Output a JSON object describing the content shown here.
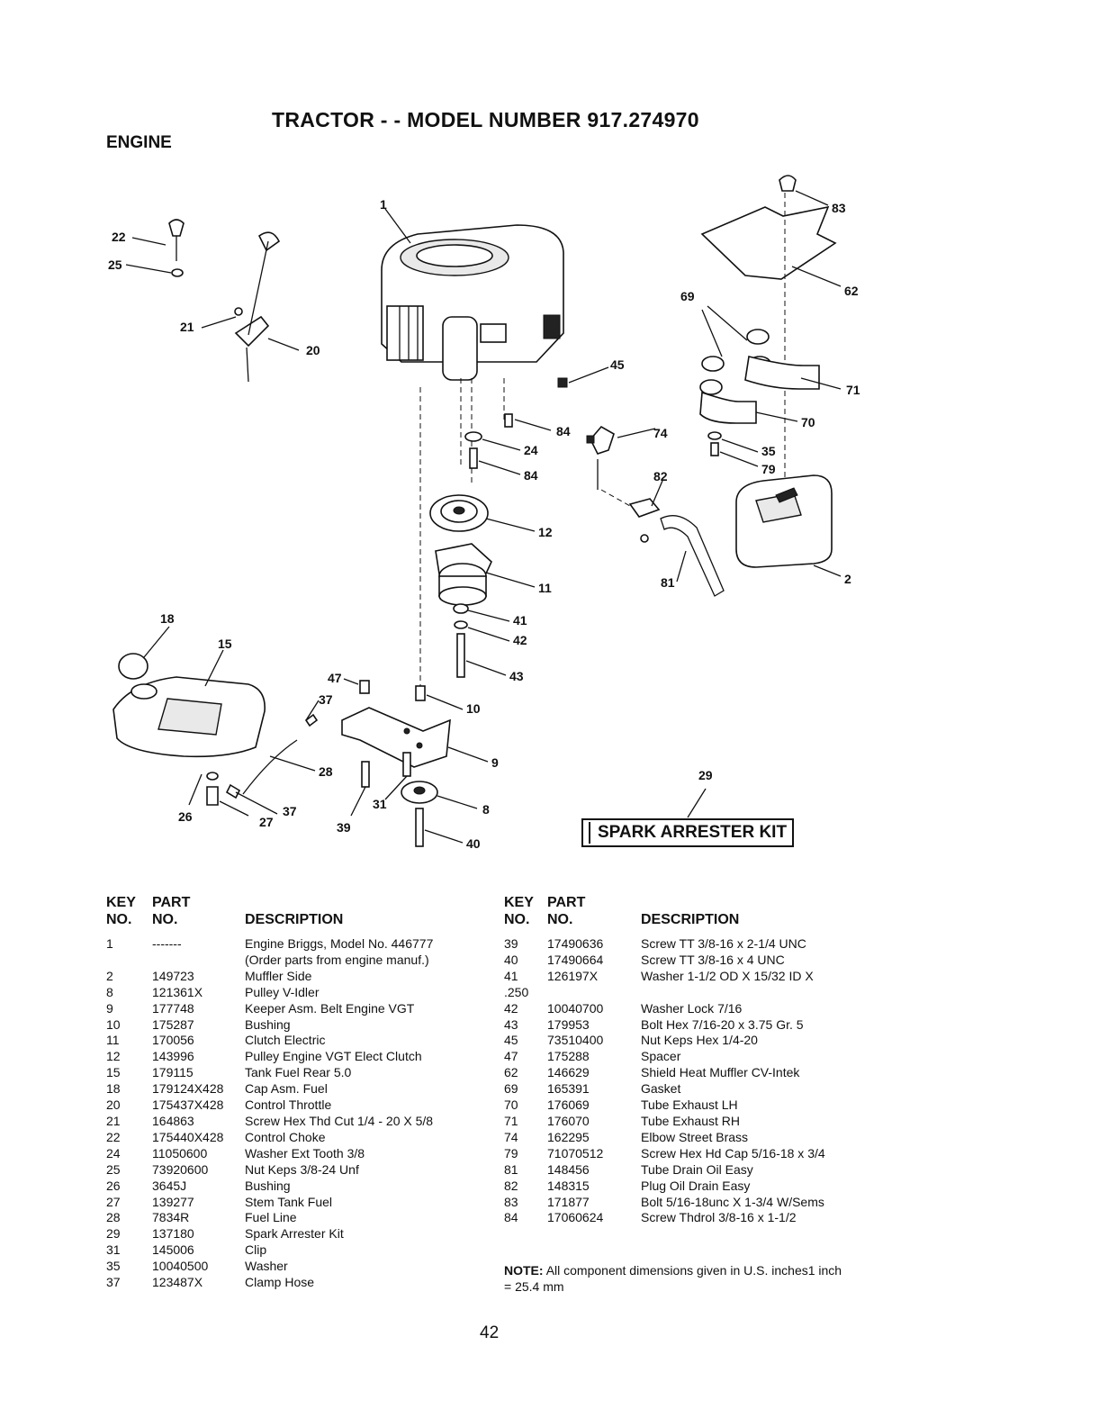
{
  "page_title": "TRACTOR - - MODEL NUMBER 917.274970",
  "section": "ENGINE",
  "spark_arrester_label": "SPARK ARRESTER KIT",
  "callouts": [
    "22",
    "25",
    "21",
    "20",
    "1",
    "45",
    "84",
    "24",
    "84",
    "12",
    "11",
    "41",
    "42",
    "43",
    "47",
    "37",
    "10",
    "9",
    "8",
    "40",
    "31",
    "39",
    "28",
    "27",
    "37",
    "26",
    "18",
    "15",
    "83",
    "62",
    "69",
    "71",
    "70",
    "35",
    "79",
    "74",
    "82",
    "81",
    "2",
    "29"
  ],
  "table_headers": {
    "key_no": "KEY NO.",
    "key": "KEY",
    "no": "NO.",
    "part": "PART",
    "part_no": "NO.",
    "description": "DESCRIPTION"
  },
  "parts_left": [
    {
      "key": "1",
      "part": "-------",
      "desc": "Engine Briggs, Model No. 446777"
    },
    {
      "key": "",
      "part": "",
      "desc": "(Order parts from engine manuf.)"
    },
    {
      "key": "2",
      "part": "149723",
      "desc": "Muffler Side"
    },
    {
      "key": "8",
      "part": "121361X",
      "desc": "Pulley V-Idler"
    },
    {
      "key": "9",
      "part": "177748",
      "desc": "Keeper Asm. Belt Engine VGT"
    },
    {
      "key": "10",
      "part": "175287",
      "desc": "Bushing"
    },
    {
      "key": "11",
      "part": "170056",
      "desc": "Clutch Electric"
    },
    {
      "key": "12",
      "part": "143996",
      "desc": "Pulley Engine VGT Elect Clutch"
    },
    {
      "key": "15",
      "part": "179115",
      "desc": "Tank Fuel Rear 5.0"
    },
    {
      "key": "18",
      "part": "179124X428",
      "desc": "Cap Asm. Fuel"
    },
    {
      "key": "20",
      "part": "175437X428",
      "desc": "Control Throttle"
    },
    {
      "key": "21",
      "part": "164863",
      "desc": "Screw Hex Thd Cut 1/4 - 20 X 5/8"
    },
    {
      "key": "22",
      "part": "175440X428",
      "desc": "Control Choke"
    },
    {
      "key": "24",
      "part": "11050600",
      "desc": "Washer Ext Tooth 3/8"
    },
    {
      "key": "25",
      "part": "73920600",
      "desc": "Nut Keps 3/8-24 Unf"
    },
    {
      "key": "26",
      "part": "3645J",
      "desc": "Bushing"
    },
    {
      "key": "27",
      "part": "139277",
      "desc": "Stem Tank Fuel"
    },
    {
      "key": "28",
      "part": "7834R",
      "desc": "Fuel Line"
    },
    {
      "key": "29",
      "part": "137180",
      "desc": "Spark Arrester Kit"
    },
    {
      "key": "31",
      "part": "145006",
      "desc": "Clip"
    },
    {
      "key": "35",
      "part": "10040500",
      "desc": "Washer"
    },
    {
      "key": "37",
      "part": "123487X",
      "desc": "Clamp Hose"
    }
  ],
  "parts_right": [
    {
      "key": "39",
      "part": "17490636",
      "desc": "Screw TT 3/8-16 x 2-1/4 UNC"
    },
    {
      "key": "40",
      "part": "17490664",
      "desc": "Screw TT 3/8-16 x 4 UNC"
    },
    {
      "key": "41",
      "part": "126197X",
      "desc": "Washer 1-1/2 OD X 15/32 ID X"
    },
    {
      "key": ".250",
      "part": "",
      "desc": ""
    },
    {
      "key": "42",
      "part": "10040700",
      "desc": "Washer Lock 7/16"
    },
    {
      "key": "43",
      "part": "179953",
      "desc": "Bolt Hex 7/16-20 x 3.75 Gr. 5"
    },
    {
      "key": "45",
      "part": "73510400",
      "desc": "Nut Keps Hex 1/4-20"
    },
    {
      "key": "47",
      "part": "175288",
      "desc": "Spacer"
    },
    {
      "key": "62",
      "part": "146629",
      "desc": "Shield Heat Muffler CV-Intek"
    },
    {
      "key": "69",
      "part": "165391",
      "desc": "Gasket"
    },
    {
      "key": "70",
      "part": "176069",
      "desc": "Tube Exhaust LH"
    },
    {
      "key": "71",
      "part": "176070",
      "desc": "Tube Exhaust RH"
    },
    {
      "key": "74",
      "part": "162295",
      "desc": "Elbow Street Brass"
    },
    {
      "key": "79",
      "part": "71070512",
      "desc": "Screw Hex Hd Cap 5/16-18 x 3/4"
    },
    {
      "key": "81",
      "part": "148456",
      "desc": "Tube Drain Oil Easy"
    },
    {
      "key": "82",
      "part": "148315",
      "desc": "Plug Oil Drain Easy"
    },
    {
      "key": "83",
      "part": "171877",
      "desc": "Bolt 5/16-18unc X 1-3/4 W/Sems"
    },
    {
      "key": "84",
      "part": "17060624",
      "desc": "Screw Thdrol 3/8-16 x 1-1/2"
    }
  ],
  "note_label": "NOTE:",
  "note_text": "All component dimensions given in U.S. inches1 inch = 25.4 mm",
  "page_number": "42"
}
